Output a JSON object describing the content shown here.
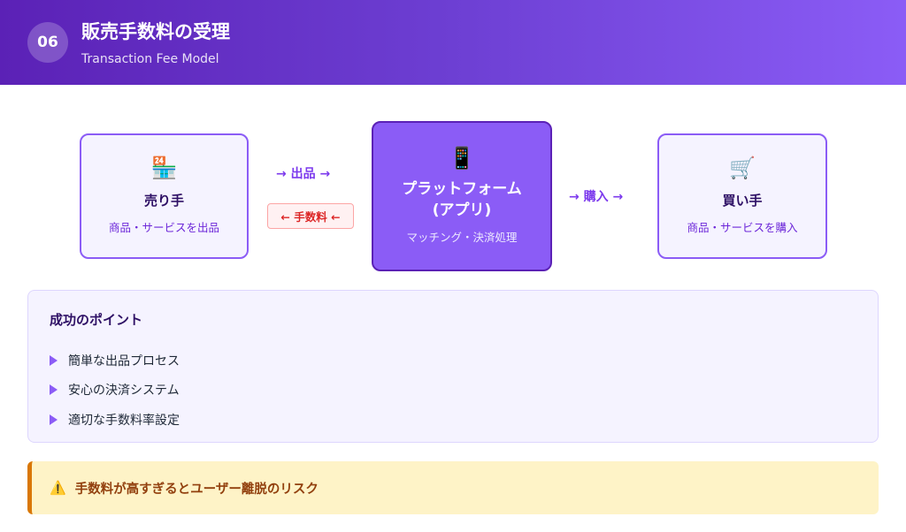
{
  "header": {
    "badge": "06",
    "title": "販売手数料の受理",
    "subtitle": "Transaction Fee Model"
  },
  "diagram": {
    "seller": {
      "icon": "🏪",
      "icon_name": "convenience-store-icon",
      "name": "売り手",
      "desc": "商品・サービスを出品"
    },
    "platform": {
      "icon": "📱",
      "icon_name": "mobile-phone-icon",
      "name_line1": "プラットフォーム",
      "name_line2": "(アプリ)",
      "desc": "マッチング・決済処理"
    },
    "buyer": {
      "icon": "🛒",
      "icon_name": "shopping-cart-icon",
      "name": "買い手",
      "desc": "商品・サービスを購入"
    },
    "flows": {
      "listing": "→ 出品 →",
      "fee": "← 手数料 ←",
      "purchase": "→ 購入 →"
    }
  },
  "points": {
    "title": "成功のポイント",
    "items": [
      "簡単な出品プロセス",
      "安心の決済システム",
      "適切な手数料率設定"
    ]
  },
  "warning": {
    "icon": "⚠️",
    "text": "手数料が高すぎるとユーザー離脱のリスク"
  },
  "colors": {
    "accent": "#8b5cf6",
    "header_start": "#5b21b6",
    "header_end": "#8b5cf6",
    "fee": "#dc2626",
    "warning_bg": "#fef3c7",
    "warning_border": "#d97706"
  }
}
